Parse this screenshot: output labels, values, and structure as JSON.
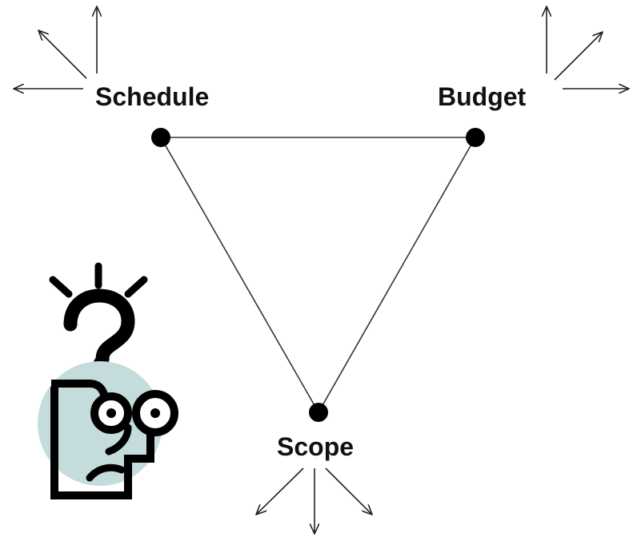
{
  "diagram": {
    "nodes": [
      {
        "id": "schedule",
        "label": "Schedule"
      },
      {
        "id": "budget",
        "label": "Budget"
      },
      {
        "id": "scope",
        "label": "Scope"
      }
    ],
    "edges": [
      {
        "from": "schedule",
        "to": "budget"
      },
      {
        "from": "budget",
        "to": "scope"
      },
      {
        "from": "scope",
        "to": "schedule"
      }
    ],
    "clipart": {
      "icon": "confused-face-question-icon",
      "accent_color": "#c4dcdc"
    }
  }
}
